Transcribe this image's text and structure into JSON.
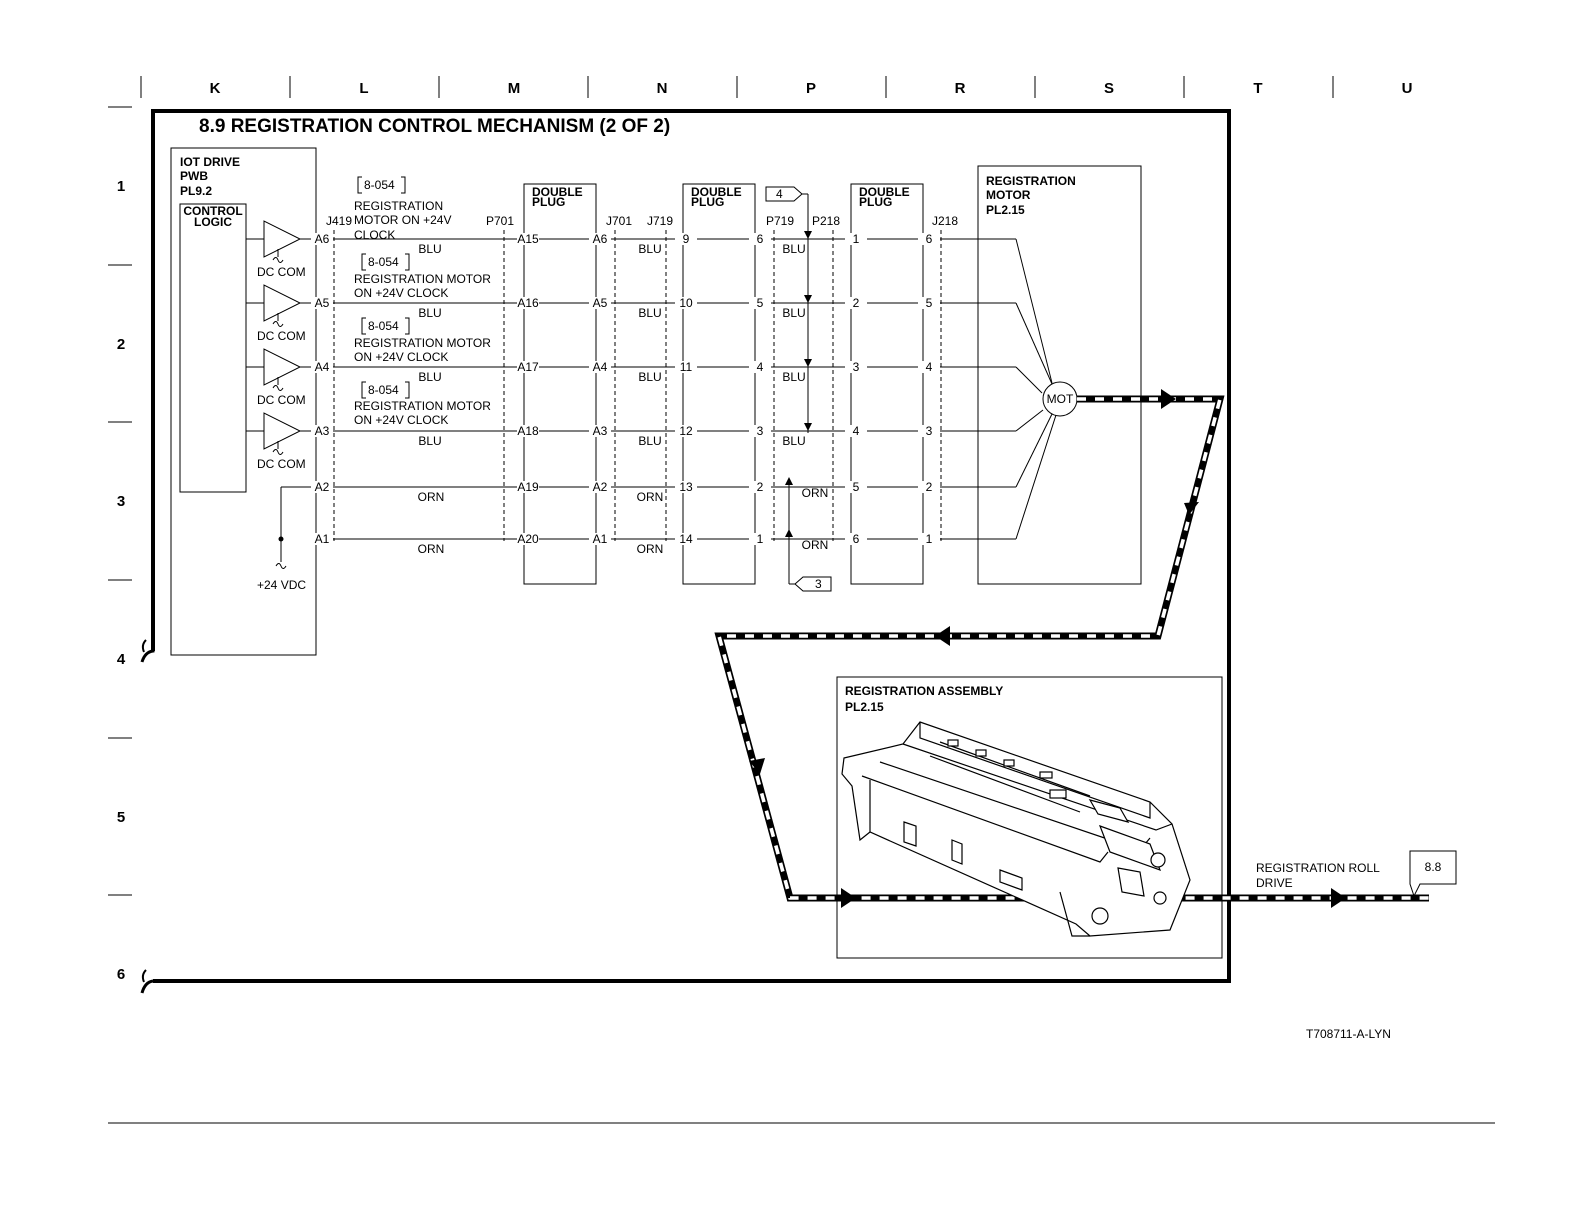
{
  "page": {
    "title": "8.9 REGISTRATION CONTROL MECHANISM (2 OF 2)",
    "figure_id": "T708711-A-LYN",
    "column_zones": [
      "K",
      "L",
      "M",
      "N",
      "P",
      "R",
      "S",
      "T",
      "U"
    ],
    "row_zones": [
      "1",
      "2",
      "3",
      "4",
      "5",
      "6"
    ]
  },
  "iot_pwb": {
    "name_line1": "IOT DRIVE",
    "name_line2": "PWB",
    "part_ref": "PL9.2",
    "logic_line1": "CONTROL",
    "logic_line2": "LOGIC",
    "dc_com_label": "DC COM",
    "supply_label": "+24 VDC"
  },
  "connectors": {
    "j419": "J419",
    "p701": "P701",
    "j701": "J701",
    "j719": "J719",
    "p719": "P719",
    "p218": "P218",
    "j218": "J218"
  },
  "plugs": {
    "label_line1": "DOUBLE",
    "label_line2": "PLUG"
  },
  "signals": [
    {
      "ref": "8-054",
      "line1": "REGISTRATION",
      "line2": "MOTOR ON +24V",
      "line3": "CLOCK"
    },
    {
      "ref": "8-054",
      "line1": "REGISTRATION MOTOR",
      "line2": "ON +24V CLOCK"
    },
    {
      "ref": "8-054",
      "line1": "REGISTRATION MOTOR",
      "line2": "ON +24V CLOCK"
    },
    {
      "ref": "8-054",
      "line1": "REGISTRATION MOTOR",
      "line2": "ON +24V CLOCK"
    }
  ],
  "wires": [
    {
      "j419": "A6",
      "p701": "A15",
      "j701": "A6",
      "j719": "9",
      "p719": "6",
      "p218": "1",
      "j218": "6",
      "color": "BLU"
    },
    {
      "j419": "A5",
      "p701": "A16",
      "j701": "A5",
      "j719": "10",
      "p719": "5",
      "p218": "2",
      "j218": "5",
      "color": "BLU"
    },
    {
      "j419": "A4",
      "p701": "A17",
      "j701": "A4",
      "j719": "11",
      "p719": "4",
      "p218": "3",
      "j218": "4",
      "color": "BLU"
    },
    {
      "j419": "A3",
      "p701": "A18",
      "j701": "A3",
      "j719": "12",
      "p719": "3",
      "p218": "4",
      "j218": "3",
      "color": "BLU"
    },
    {
      "j419": "A2",
      "p701": "A19",
      "j701": "A2",
      "j719": "13",
      "p719": "2",
      "p218": "5",
      "j218": "2",
      "color": "ORN"
    },
    {
      "j419": "A1",
      "p701": "A20",
      "j701": "A1",
      "j719": "14",
      "p719": "1",
      "p218": "6",
      "j218": "1",
      "color": "ORN"
    }
  ],
  "flags": {
    "top": "4",
    "bottom": "3"
  },
  "motor": {
    "line1": "REGISTRATION",
    "line2": "MOTOR",
    "part_ref": "PL2.15",
    "symbol": "MOT"
  },
  "assembly": {
    "name": "REGISTRATION ASSEMBLY",
    "part_ref": "PL2.15"
  },
  "output": {
    "line1": "REGISTRATION ROLL",
    "line2": "DRIVE",
    "ref": "8.8"
  },
  "colors": {
    "ink": "#000000",
    "paper": "#ffffff"
  }
}
